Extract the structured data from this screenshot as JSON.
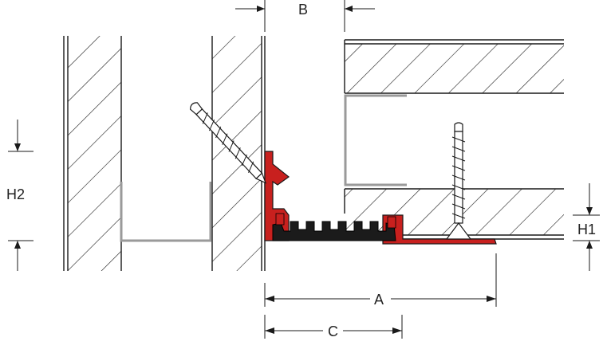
{
  "labels": {
    "b": "B",
    "h2": "H2",
    "h1": "H1",
    "a": "A",
    "c": "C"
  },
  "colors": {
    "profile": "#c8201e",
    "rubber": "#1b1b1b",
    "flashing": "#9a9a9a",
    "line": "#1a1a1a"
  }
}
